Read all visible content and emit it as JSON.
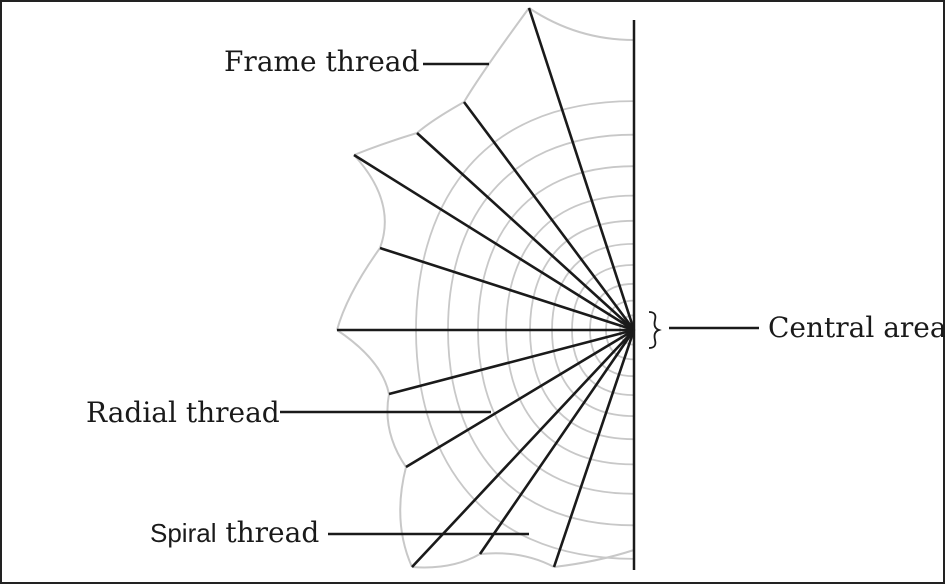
{
  "diagram": {
    "labels": {
      "frame": "Frame thread",
      "radial": "Radial thread",
      "spiral_prefix": "Spiral",
      "spiral_suffix": " thread",
      "central": "Central area"
    },
    "colors": {
      "radial": "#1a1a1a",
      "spiral": "#c8c8c8",
      "frame": "#c8c8c8",
      "anchor": "#1a1a1a"
    }
  }
}
